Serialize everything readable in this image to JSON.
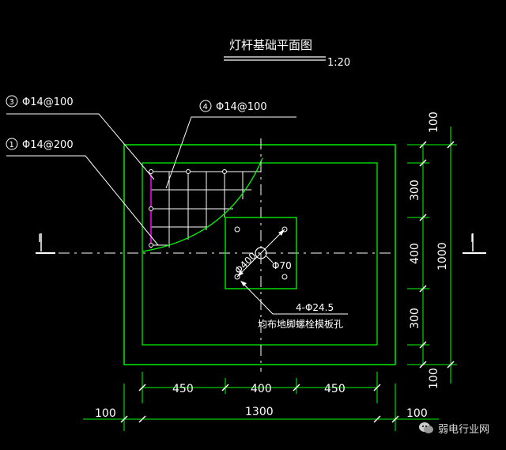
{
  "title": "灯杆基础平面图",
  "scale": "1:20",
  "rebar": {
    "r3": "Φ14@100",
    "r1": "Φ14@200",
    "r4": "Φ14@100",
    "r3_num": "3",
    "r1_num": "1",
    "r4_num": "4"
  },
  "plate": {
    "bolt_circle": "Φ400",
    "center_hole": "Φ70",
    "holes_line1": "4-Φ24.5",
    "holes_line2": "均布地脚螺栓模板孔"
  },
  "dims": {
    "bottom_left": "450",
    "bottom_mid": "400",
    "bottom_right": "450",
    "bottom_total": "1300",
    "bottom_edge_left": "100",
    "bottom_edge_right": "100",
    "right_top": "100",
    "right_300a": "300",
    "right_400": "400",
    "right_300b": "300",
    "right_bottom": "100",
    "right_total": "1000"
  },
  "section_marks": {
    "left": "I",
    "right": "I"
  },
  "watermark": "弱电行业网",
  "colors": {
    "background": "#000000",
    "outline": "#00ff00",
    "text": "#ffffff",
    "rebar_mark": "#ff00ff"
  }
}
